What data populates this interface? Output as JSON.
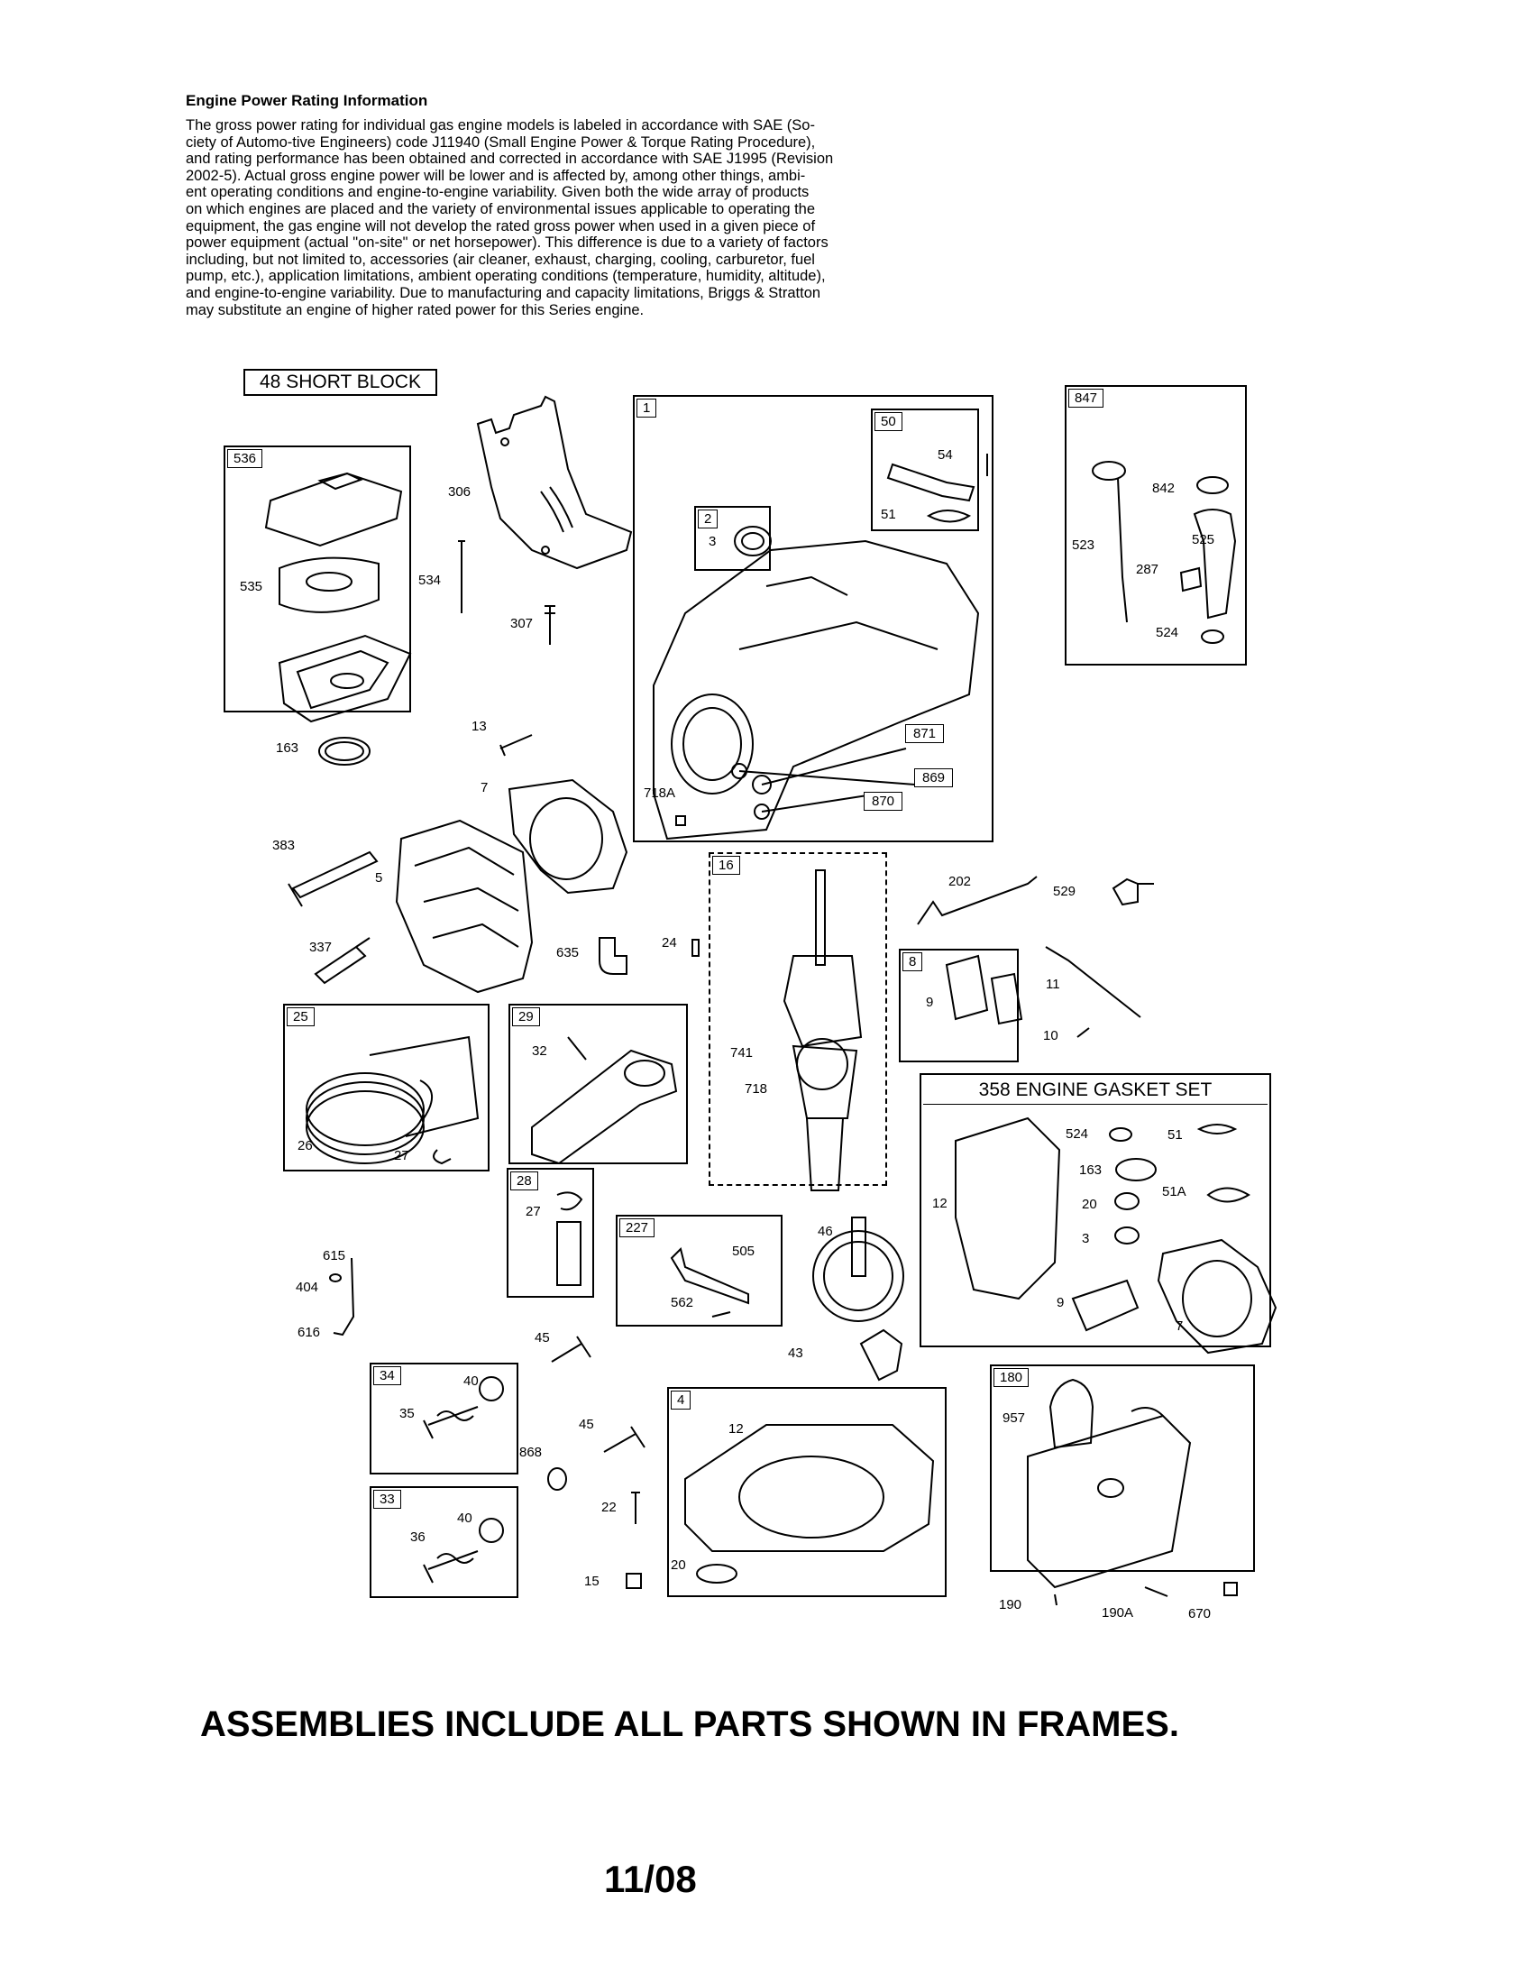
{
  "header": {
    "title": "Engine Power Rating Information",
    "paragraph_lines": [
      "The gross power rating for individual gas engine models is labeled in accordance with SAE (So-",
      "ciety of Automo-tive Engineers) code J11940 (Small Engine Power & Torque Rating Procedure),",
      "and rating performance has been obtained and corrected in accordance with SAE J1995 (Revision",
      "2002-5).  Actual gross engine power will be lower and is affected by, among other things, ambi-",
      "ent operating conditions and engine-to-engine variability.  Given both the wide array of products",
      "on which engines are placed and the variety of environmental issues applicable to operating the",
      "equipment, the gas engine will not develop the rated gross power when used in a given piece of",
      "power equipment (actual \"on-site\" or net horsepower).  This difference is due to a variety of factors",
      "including, but not limited to, accessories (air cleaner, exhaust, charging, cooling, carburetor, fuel",
      "pump, etc.), application limitations, ambient operating conditions (temperature, humidity, altitude),",
      "and engine-to-engine variability.  Due to manufacturing and capacity limitations, Briggs & Stratton",
      "may substitute an engine of higher rated power for this Series engine."
    ]
  },
  "diagram": {
    "short_block_title": "48 SHORT BLOCK",
    "gasket_set_title": "358 ENGINE GASKET SET",
    "frame_ids": {
      "f536": "536",
      "f1": "1",
      "f50": "50",
      "f2": "2",
      "f847": "847",
      "f16": "16",
      "f8": "8",
      "f25": "25",
      "f29": "29",
      "f28": "28",
      "f227": "227",
      "f34": "34",
      "f33": "33",
      "f4": "4",
      "f180": "180"
    },
    "boxed_labels": {
      "b871": "871",
      "b869": "869",
      "b870": "870"
    },
    "labels": {
      "l306": "306",
      "l534": "534",
      "l307": "307",
      "l535": "535",
      "l163a": "163",
      "l13": "13",
      "l7a": "7",
      "l383": "383",
      "l5": "5",
      "l337": "337",
      "l635": "635",
      "l24": "24",
      "l54": "54",
      "l51a": "51",
      "l3a": "3",
      "l718A": "718A",
      "l523": "523",
      "l842": "842",
      "l525": "525",
      "l287": "287",
      "l524a": "524",
      "l202": "202",
      "l529": "529",
      "l11": "11",
      "l9a": "9",
      "l10": "10",
      "l741": "741",
      "l718": "718",
      "l32": "32",
      "l26": "26",
      "l27a": "27",
      "l27b": "27",
      "l505": "505",
      "l562": "562",
      "l46": "46",
      "l43": "43",
      "l615": "615",
      "l404": "404",
      "l616": "616",
      "l45a": "45",
      "l45b": "45",
      "l40a": "40",
      "l35": "35",
      "l868": "868",
      "l22": "22",
      "l40b": "40",
      "l36": "36",
      "l15": "15",
      "l12b": "12",
      "l20b": "20",
      "l957": "957",
      "l190": "190",
      "l190A": "190A",
      "l670": "670",
      "g524": "524",
      "g51": "51",
      "g163": "163",
      "g51A": "51A",
      "g12": "12",
      "g20": "20",
      "g3": "3",
      "g9": "9",
      "g7": "7"
    }
  },
  "footer": {
    "note": "ASSEMBLIES INCLUDE ALL PARTS SHOWN IN FRAMES.",
    "date": "11/08"
  }
}
